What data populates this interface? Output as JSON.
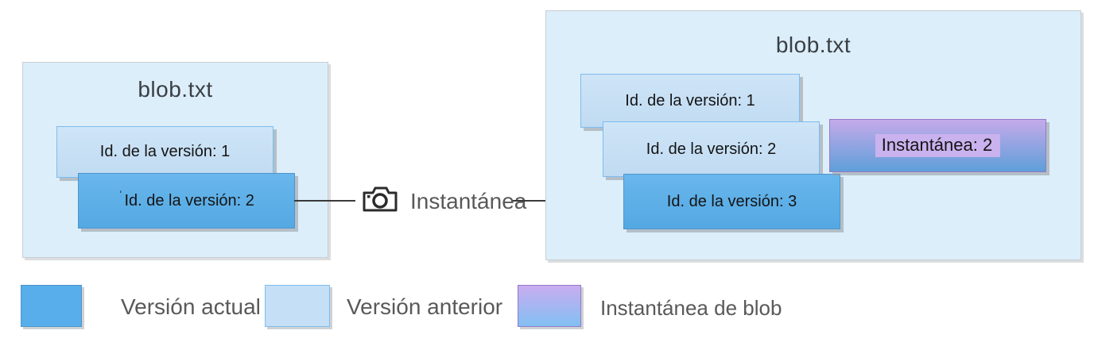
{
  "colors": {
    "container_bg": "#DCEEF9",
    "container_border": "#C9CED2",
    "current_fill": "#57AEEA",
    "current_border": "#4E95CC",
    "previous_fill": "#C4DFF6",
    "previous_border": "#7EBCEE",
    "snapshot_top": "#C5AAEA",
    "snapshot_bottom": "#5E9FD9",
    "snapshot_border": "#9579C8",
    "legend_snapshot_top": "#C9ADF0",
    "legend_snapshot_bottom": "#82BFF2",
    "arrow": "#3A3A3A",
    "title_text": "#3A3F44",
    "box_text": "#141414",
    "label_text": "#595959",
    "text_highlight": "#C9B2EE"
  },
  "left_container": {
    "title": "blob.txt",
    "boxes": [
      {
        "label": "Id. de la versión: 1",
        "type": "previous"
      },
      {
        "label": "Id. de la versión: 2",
        "type": "current",
        "prefix": "ˈ"
      }
    ]
  },
  "snapshot_flow": {
    "icon": "camera-icon",
    "label": "Instantánea"
  },
  "right_container": {
    "title": "blob.txt",
    "boxes": [
      {
        "label": "Id. de la versión: 1",
        "type": "previous"
      },
      {
        "label": "Id. de la versión: 2",
        "type": "previous"
      },
      {
        "label": "Id. de la versión: 3",
        "type": "current"
      }
    ],
    "snapshot_box": {
      "label": "Instantánea: 2"
    }
  },
  "legend": {
    "items": [
      {
        "label": "Versión actual",
        "type": "current"
      },
      {
        "label": "Versión anterior",
        "type": "previous"
      },
      {
        "label": "Instantánea de blob",
        "type": "snapshot"
      }
    ]
  }
}
